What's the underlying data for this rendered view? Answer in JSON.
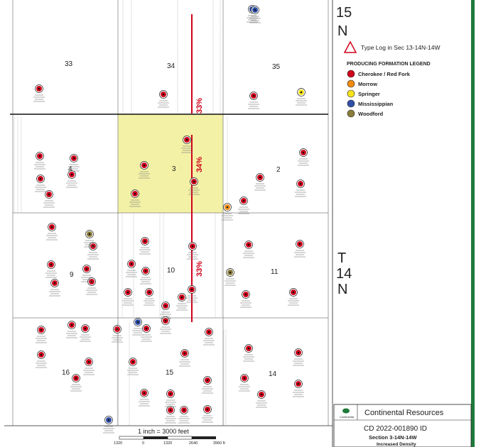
{
  "township_labels": {
    "north": {
      "number": "15",
      "dir": "N"
    },
    "south": {
      "number": "14",
      "dir": "N"
    },
    "south_prefix": "T"
  },
  "sections": [
    "33",
    "34",
    "35",
    "3",
    "2",
    "4",
    "9",
    "10",
    "11",
    "16",
    "15",
    "14"
  ],
  "percent_labels": [
    "33%",
    "34%",
    "33%"
  ],
  "type_log_label": "Type Log in Sec 13-14N-14W",
  "legend": {
    "title": "PRODUCING FORMATION LEGEND",
    "items": [
      {
        "label": "Cherokee / Red Fork",
        "color": "#d0021b"
      },
      {
        "label": "Morrow",
        "color": "#f28c0f"
      },
      {
        "label": "Springer",
        "color": "#f5e31a"
      },
      {
        "label": "Mississippian",
        "color": "#2f4fa8"
      },
      {
        "label": "Woodford",
        "color": "#8b7d3a"
      }
    ]
  },
  "scale": {
    "text": "1 inch = 3000 feet",
    "ticks": [
      "1320",
      "0",
      "1320",
      "2640",
      "3960 ft"
    ]
  },
  "title_block": {
    "company": "Continental Resources",
    "logo_text": "Continental",
    "cd_id": "CD 2022-001890 ID",
    "section": "Section 3-14N-14W",
    "subtitle": "Increased Density"
  },
  "colors": {
    "red": "#d0021b",
    "yellow_fill": "#f3f1a6",
    "green_frame": "#1f7a3a",
    "blue": "#2f4fa8"
  }
}
